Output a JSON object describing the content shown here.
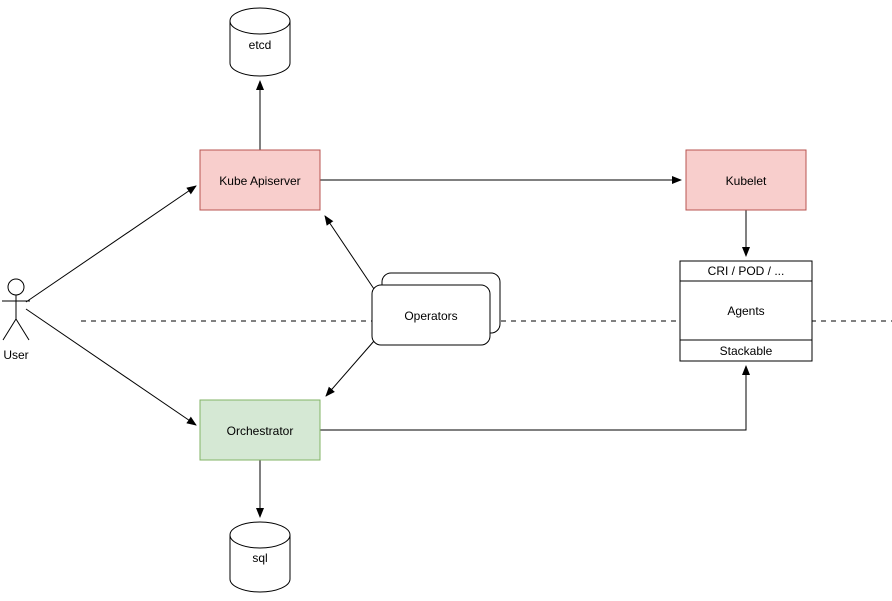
{
  "nodes": {
    "etcd": {
      "label": "etcd"
    },
    "kube_apiserver": {
      "label": "Kube Apiserver"
    },
    "kubelet": {
      "label": "Kubelet"
    },
    "operators": {
      "label": "Operators"
    },
    "orchestrator": {
      "label": "Orchestrator"
    },
    "sql": {
      "label": "sql"
    },
    "user": {
      "label": "User"
    },
    "agents": {
      "header": "CRI / POD / ...",
      "body": "Agents",
      "footer": "Stackable"
    }
  },
  "colors": {
    "canvas_background": "#ffffff",
    "line": "#000000",
    "pink_fill": "#f8cecc",
    "pink_border": "#b85450",
    "green_fill": "#d5e8d4",
    "green_border": "#82b366",
    "plain_fill": "#ffffff",
    "plain_border": "#000000"
  }
}
